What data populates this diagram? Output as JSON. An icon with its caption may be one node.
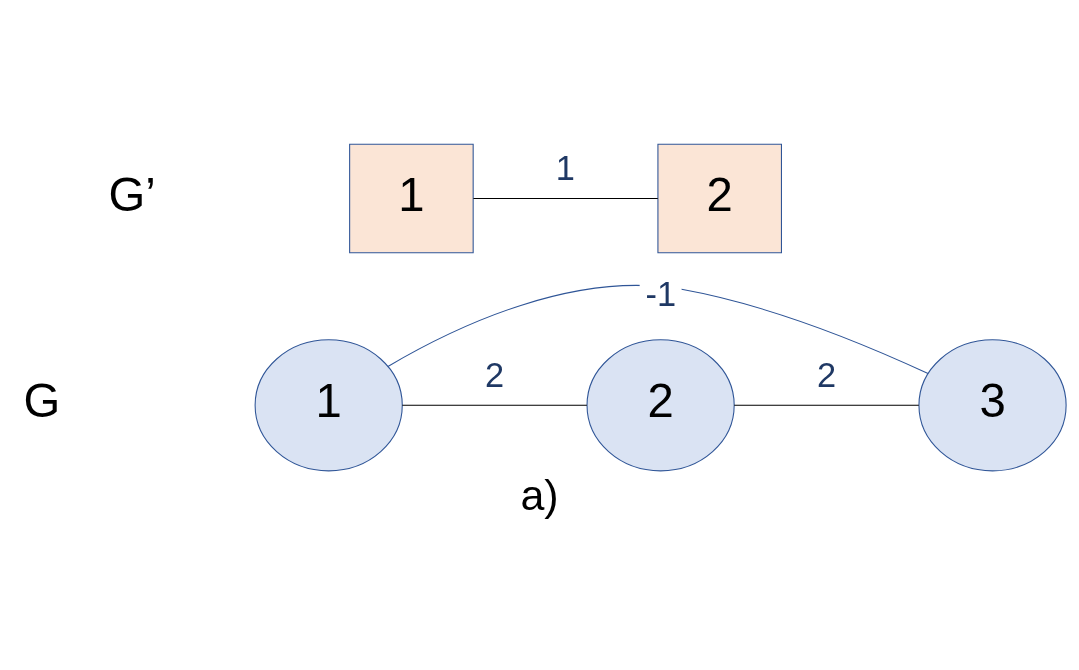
{
  "diagram": {
    "caption": "a)",
    "nodes": [
      {
        "text": [
          "1"
        ]
      },
      {
        "text": [
          "2"
        ]
      },
      {
        "text": [
          "1"
        ]
      },
      {
        "text": [
          "2"
        ]
      },
      {
        "text": [
          "3"
        ]
      }
    ],
    "edges": [
      {
        "from": 0,
        "to": 1,
        "arrow": "none",
        "label": "1"
      },
      {
        "from": 2,
        "to": 3,
        "arrow": "none",
        "label": "2"
      },
      {
        "from": 3,
        "to": 4,
        "arrow": "none",
        "label": "2"
      },
      {
        "from": 2,
        "to": 4,
        "arrow": "none",
        "label": "-1",
        "color": "#2f5597"
      }
    ],
    "labels": [
      "G’",
      "G"
    ]
  }
}
